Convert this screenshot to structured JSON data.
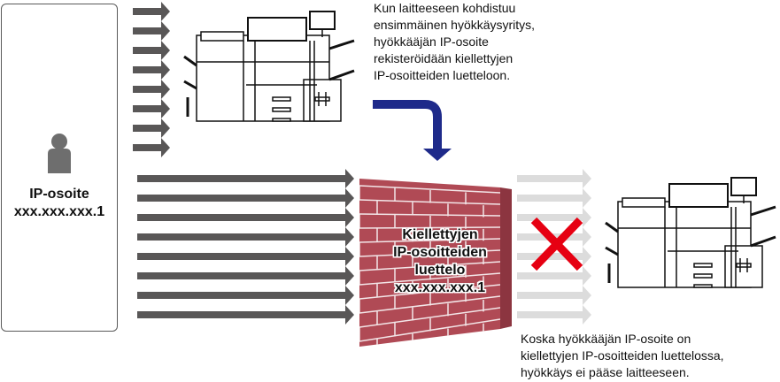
{
  "attacker": {
    "label_line1": "IP-osoite",
    "label_line2": "xxx.xxx.xxx.1",
    "icon": "person-icon"
  },
  "top_caption": {
    "lines": [
      "Kun laitteeseen kohdistuu",
      "ensimmäinen hyökkäysyritys,",
      "hyökkääjän IP-osoite",
      "rekisteröidään kiellettyjen",
      "IP-osoitteiden luetteloon."
    ]
  },
  "firewall": {
    "lines": [
      "Kiellettyjen",
      "IP-osoitteiden",
      "luettelo",
      "xxx.xxx.xxx.1"
    ],
    "icon": "brick-wall-icon"
  },
  "bottom_caption": {
    "lines": [
      "Koska hyökkääjän IP-osoite on",
      "kiellettyjen IP-osoitteiden luettelossa,",
      "hyökkäys ei pääse laitteeseen."
    ]
  },
  "colors": {
    "attack_arrow": "#595757",
    "blocked_arrow": "#dcdcdc",
    "flow_arrow": "#1e2a8a",
    "brick": "#b04a55",
    "brick_side": "#8c3540",
    "mortar": "#f3e6e8",
    "block_x": "#e60012"
  },
  "top_arrow_count": 8,
  "bottom_arrow_count": 8,
  "blocked_arrow_count": 8
}
